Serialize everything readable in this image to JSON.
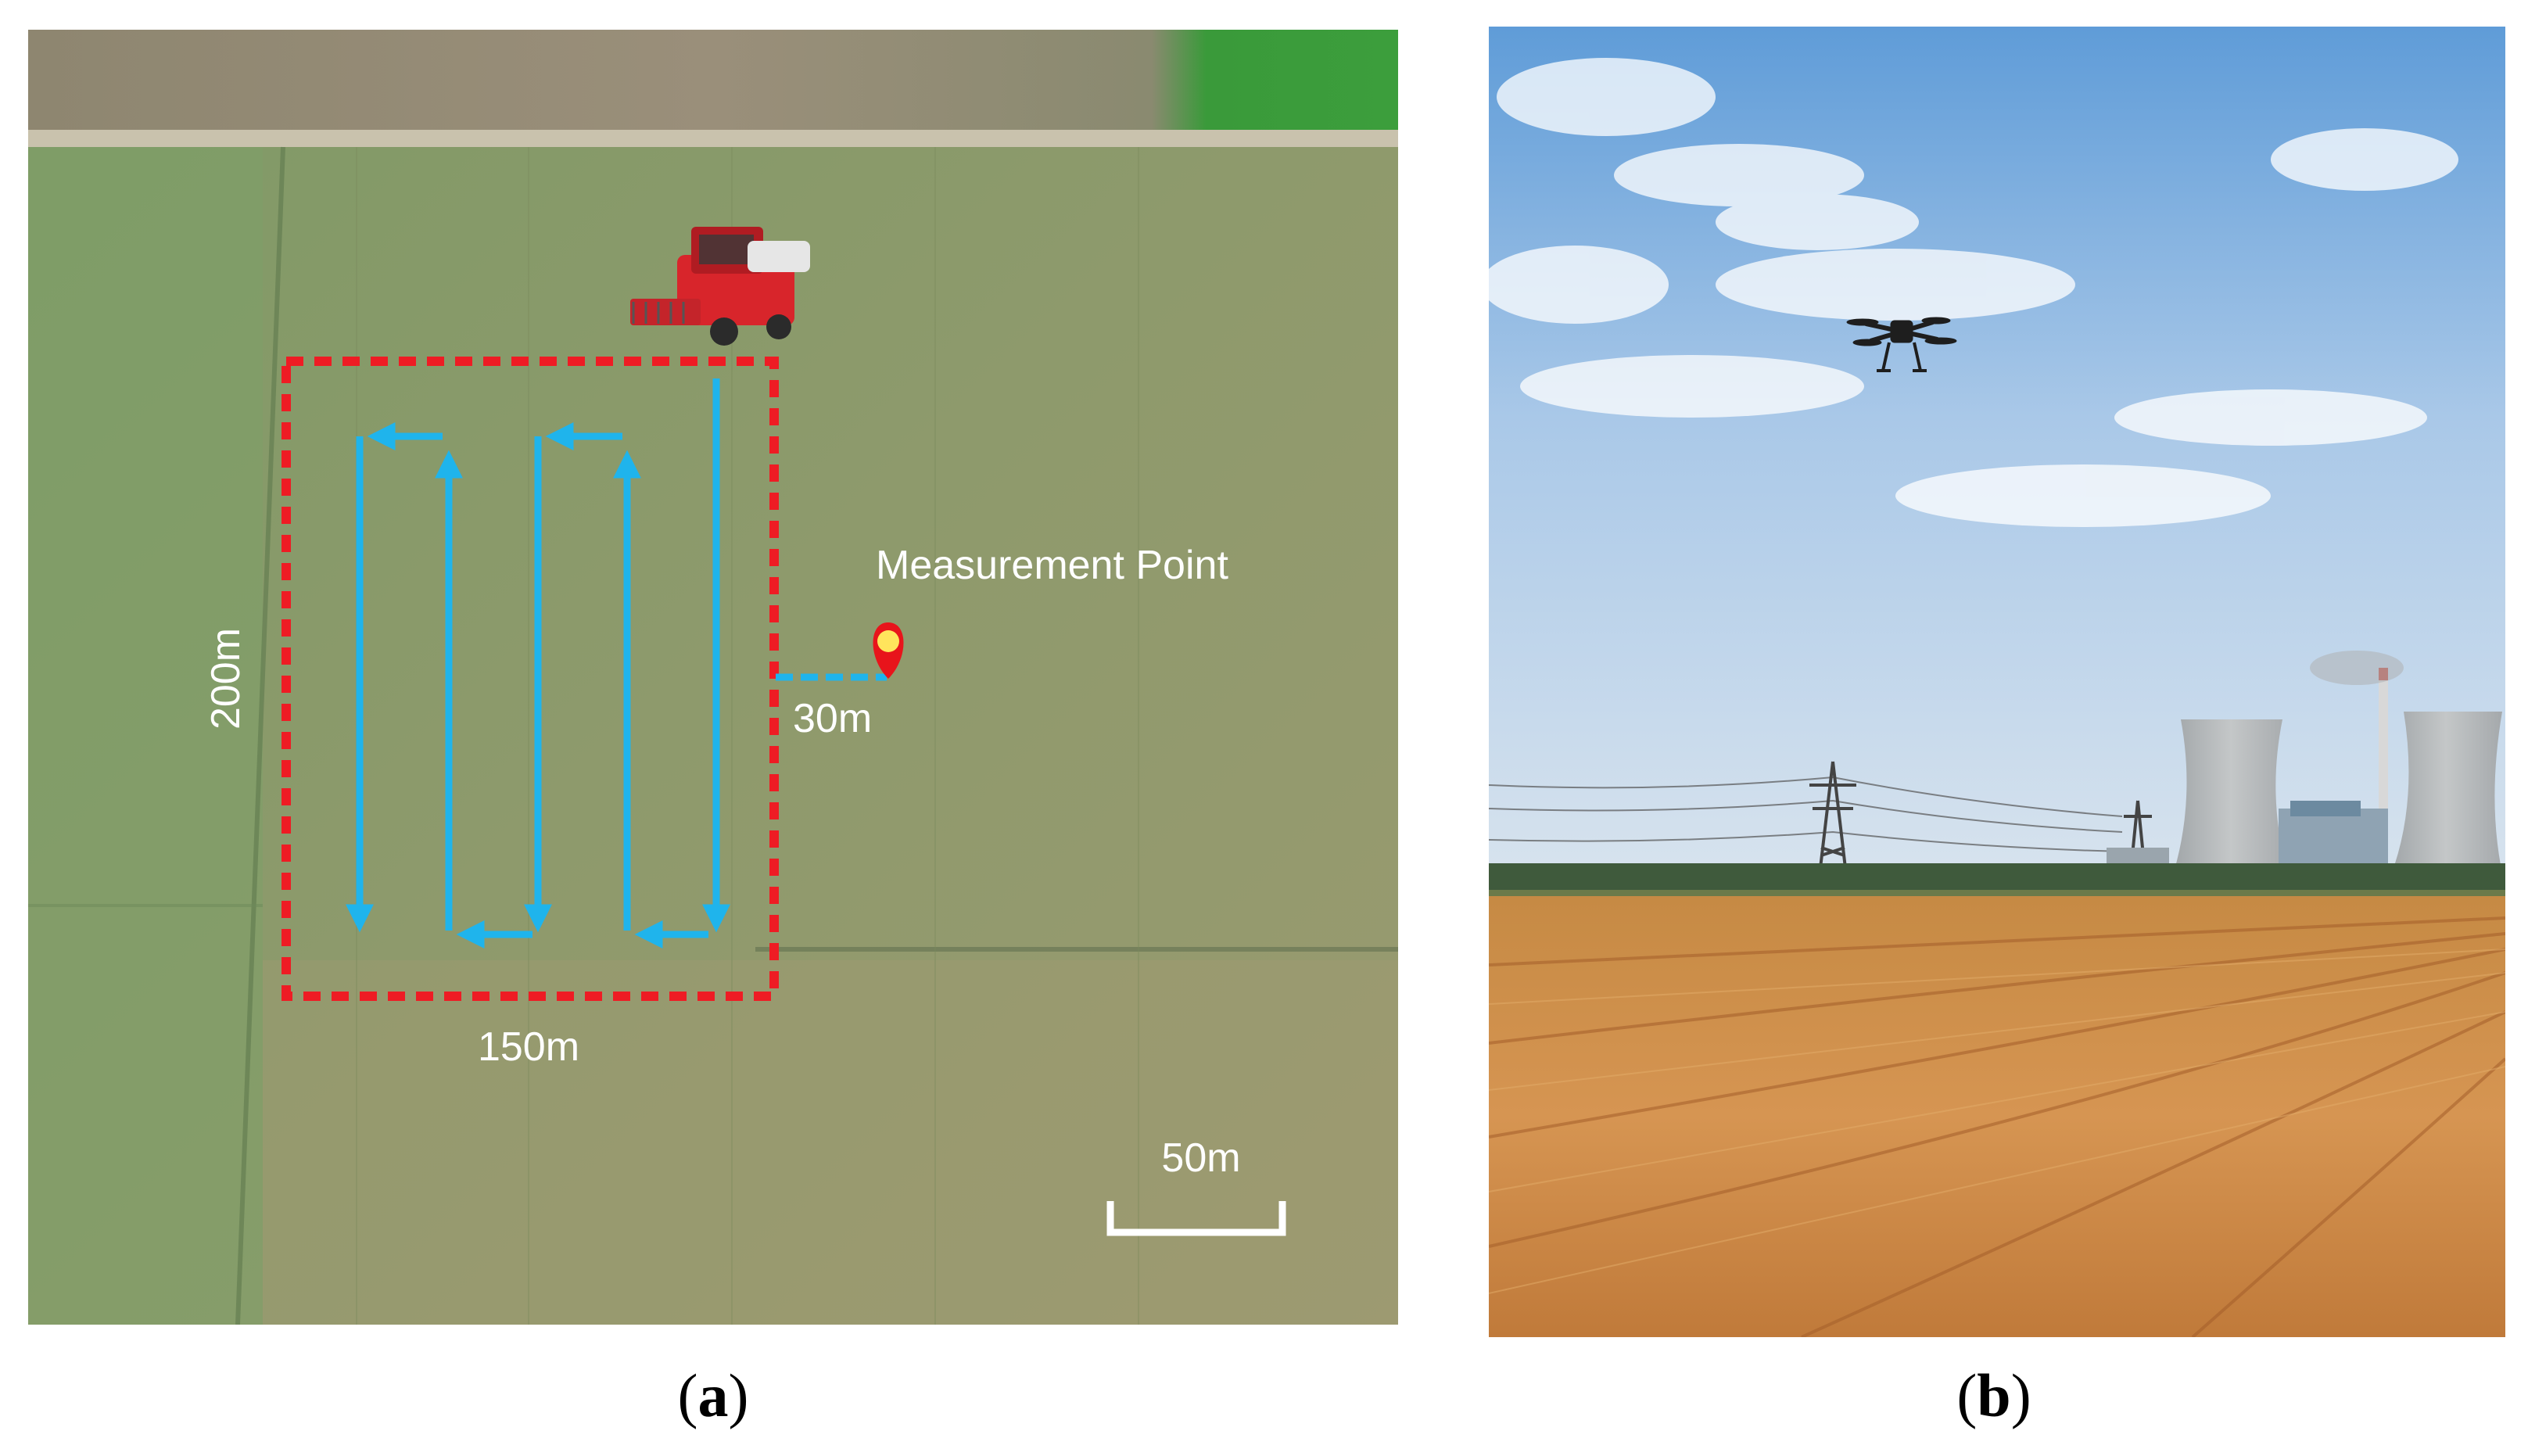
{
  "panel_a": {
    "labels": {
      "height": "200m",
      "width": "150m",
      "offset": "30m",
      "measurement_point": "Measurement Point",
      "scale": "50m"
    },
    "caption_letter": "a"
  },
  "panel_b": {
    "caption_letter": "b"
  },
  "colors": {
    "boundary": "#ee1c24",
    "path": "#1fb4ec",
    "marker": "#e8141b",
    "marker_center": "#ffe45c",
    "label": "#ffffff"
  },
  "icons": [
    "harvester-icon",
    "location-pin-icon",
    "drone-icon"
  ]
}
